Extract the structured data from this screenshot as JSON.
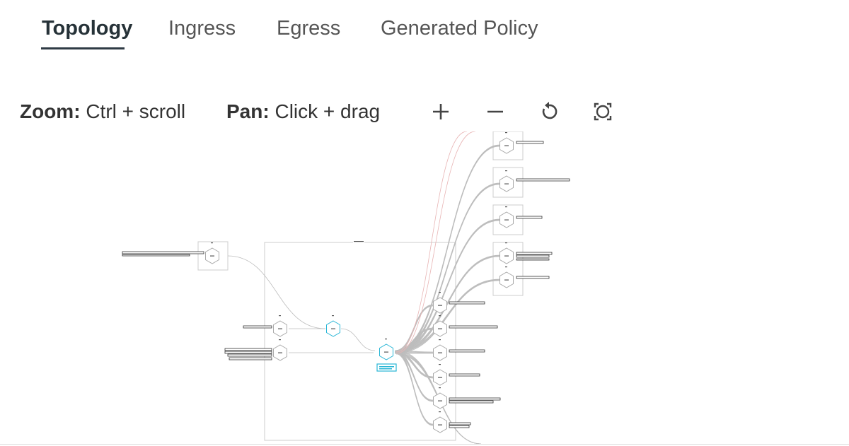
{
  "tabs": {
    "items": [
      {
        "label": "Topology",
        "active": true
      },
      {
        "label": "Ingress",
        "active": false
      },
      {
        "label": "Egress",
        "active": false
      },
      {
        "label": "Generated Policy",
        "active": false
      }
    ]
  },
  "controls": {
    "zoom_label": "Zoom:",
    "zoom_hint": "Ctrl + scroll",
    "pan_label": "Pan:",
    "pan_hint": "Click + drag",
    "buttons": [
      {
        "icon": "plus-icon"
      },
      {
        "icon": "minus-icon"
      },
      {
        "icon": "reset-icon"
      },
      {
        "icon": "fit-to-screen-icon"
      }
    ]
  },
  "colors": {
    "active_tab": "#263238",
    "inactive_tab": "#555555",
    "edge": "#bdbdbd",
    "selected_node": "#29b6d6",
    "egress_edge": "#e8b4b4"
  }
}
